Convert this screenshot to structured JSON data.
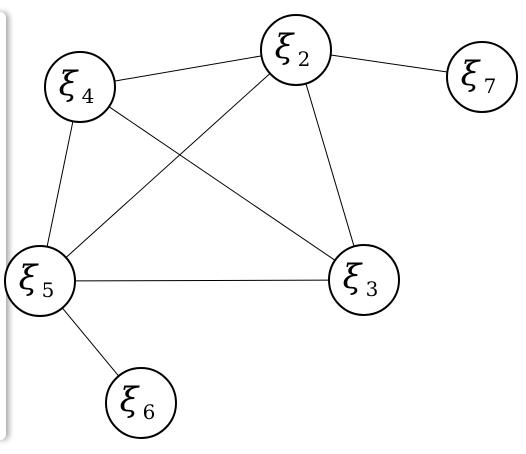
{
  "graph": {
    "nodes": [
      {
        "id": "n2",
        "symbol": "ξ",
        "subscript": "2",
        "fill": "#ffffff",
        "stroke": "#000000"
      },
      {
        "id": "n3",
        "symbol": "ξ",
        "subscript": "3",
        "fill": "#ffffff",
        "stroke": "#000000"
      },
      {
        "id": "n4",
        "symbol": "ξ",
        "subscript": "4",
        "fill": "#ffffff",
        "stroke": "#000000"
      },
      {
        "id": "n5",
        "symbol": "ξ",
        "subscript": "5",
        "fill": "#ffffff",
        "stroke": "#000000"
      },
      {
        "id": "n6",
        "symbol": "ξ",
        "subscript": "6",
        "fill": "#ffffff",
        "stroke": "#000000"
      },
      {
        "id": "n7",
        "symbol": "ξ",
        "subscript": "7",
        "fill": "#e58cf2",
        "stroke": "#3a8fe8"
      }
    ],
    "edges": [
      [
        "n2",
        "n7"
      ],
      [
        "n2",
        "n4"
      ],
      [
        "n2",
        "n5"
      ],
      [
        "n2",
        "n3"
      ],
      [
        "n4",
        "n3"
      ],
      [
        "n4",
        "n5"
      ],
      [
        "n5",
        "n3"
      ],
      [
        "n5",
        "n6"
      ]
    ]
  }
}
